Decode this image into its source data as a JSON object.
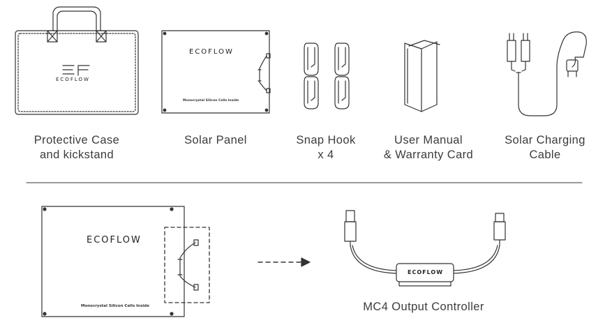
{
  "brand_name": "ECOFLOW",
  "panel_cell_text": "Monocrystal Silicon Cells Inside",
  "items": [
    {
      "id": "protective-case",
      "line1": "Protective Case",
      "line2": "and kickstand"
    },
    {
      "id": "solar-panel",
      "line1": "Solar Panel",
      "line2": ""
    },
    {
      "id": "snap-hook",
      "line1": "Snap Hook",
      "line2": "x 4"
    },
    {
      "id": "user-manual",
      "line1": "User Manual",
      "line2": "& Warranty Card"
    },
    {
      "id": "charging-cable",
      "line1": "Solar Charging",
      "line2": "Cable"
    }
  ],
  "detail": {
    "controller_label": "MC4 Output Controller",
    "controller_brand": "ECOFLOW"
  },
  "colors": {
    "line": "#333333",
    "fill": "#ffffff",
    "text": "#3c3c3c"
  }
}
